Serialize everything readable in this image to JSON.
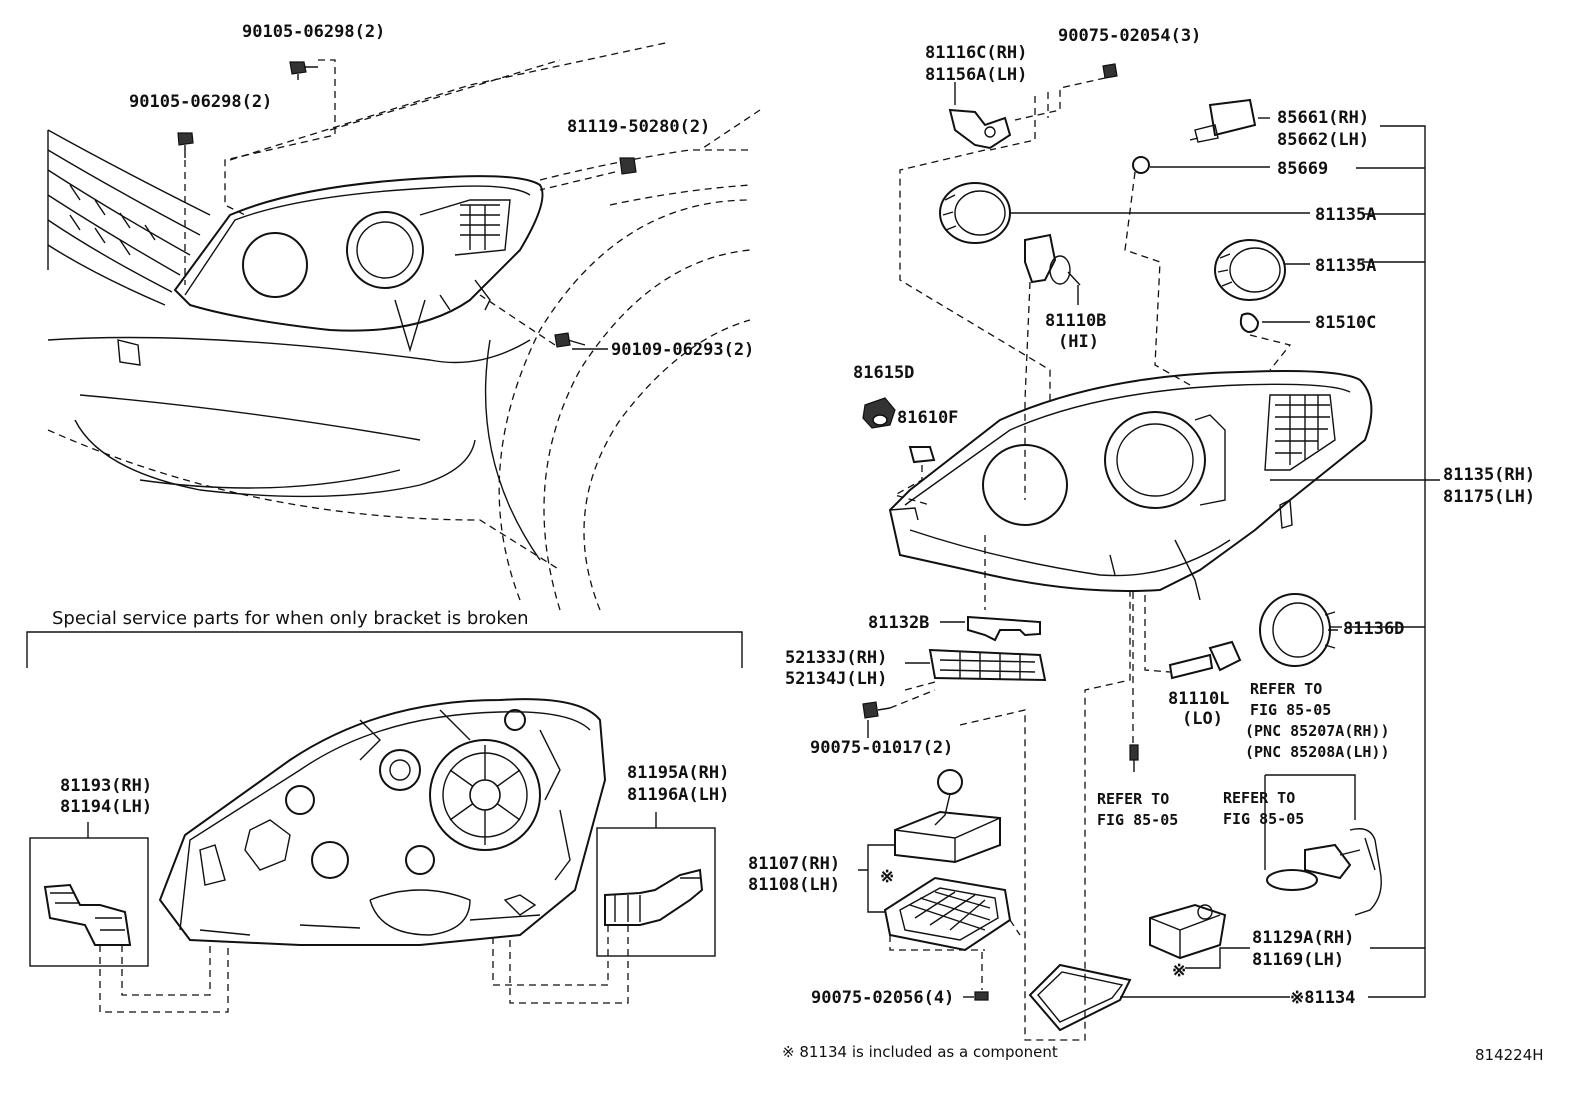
{
  "figure_code": "814224H",
  "top_left": {
    "labels": {
      "bolt_upper": "90105-06298(2)",
      "bolt_left": "90105-06298(2)",
      "clip": "81119-50280(2)",
      "screw": "90109-06293(2)"
    }
  },
  "bracket_section": {
    "title": "Special service parts for when only bracket is broken",
    "left_bracket": [
      "81193(RH)",
      "81194(LH)"
    ],
    "right_bracket": [
      "81195A(RH)",
      "81196A(LH)"
    ]
  },
  "right_parts": {
    "bracket_top": [
      "81116C(RH)",
      "81156A(LH)"
    ],
    "bolt_top": "90075-02054(3)",
    "actuator": [
      "85661(RH)",
      "85662(LH)"
    ],
    "oring": "85669",
    "cover1": "81135A",
    "cover2": "81135A",
    "bulb_hi": [
      "81110B",
      "(HI)"
    ],
    "socket": "81510C",
    "sensor": "81615D",
    "bulb_side": "81610F",
    "headlamp": [
      "81135(RH)",
      "81175(LH)"
    ],
    "bracket_small": "81132B",
    "plate": [
      "52133J(RH)",
      "52134J(LH)"
    ],
    "bolt_plate": "90075-01017(2)",
    "cover3": "81136D",
    "bulb_lo": [
      "81110L",
      "(LO)"
    ],
    "refer_right": [
      "REFER TO",
      "FIG 85-05",
      "(PNC 85207A(RH))",
      "(PNC 85208A(LH))"
    ],
    "refer_mid": [
      "REFER TO",
      "FIG 85-05"
    ],
    "refer_right2": [
      "REFER TO",
      "FIG 85-05"
    ],
    "ballast": [
      "81107(RH)",
      "81108(LH)"
    ],
    "ballast_mark": "※",
    "leveling": [
      "81129A(RH)",
      "81169(LH)"
    ],
    "leveling_mark": "※",
    "gasket": "※81134",
    "bolt_bottom": "90075-02056(4)"
  },
  "footnote": "※ 81134 is included as a component"
}
